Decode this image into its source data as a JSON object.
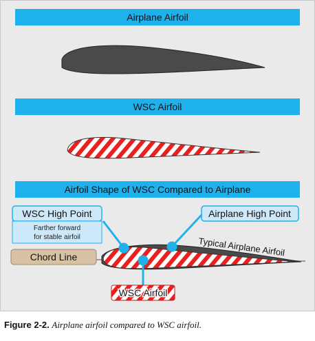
{
  "banners": {
    "airplane": "Airplane Airfoil",
    "wsc": "WSC Airfoil",
    "compare": "Airfoil Shape of WSC Compared to Airplane"
  },
  "labels": {
    "wsc_high_point": "WSC High Point",
    "wsc_high_point_note_1": "Farther forward",
    "wsc_high_point_note_2": "for stable airfoil",
    "airplane_high_point": "Airplane High Point",
    "typical_airplane_airfoil": "Typical Airplane Airfoil",
    "chord_line": "Chord Line",
    "wsc_airfoil": "WSC Airfoil"
  },
  "caption": {
    "label": "Figure 2-2.",
    "text": "Airplane airfoil compared to WSC airfoil."
  },
  "colors": {
    "banner": "#1fb1ec",
    "airfoil_dark": "#4a4a4a",
    "stripe_red": "#e8201f",
    "label_box": "#cde8f8",
    "chord_box": "#d7c2a6",
    "panel": "#eaeaea"
  }
}
